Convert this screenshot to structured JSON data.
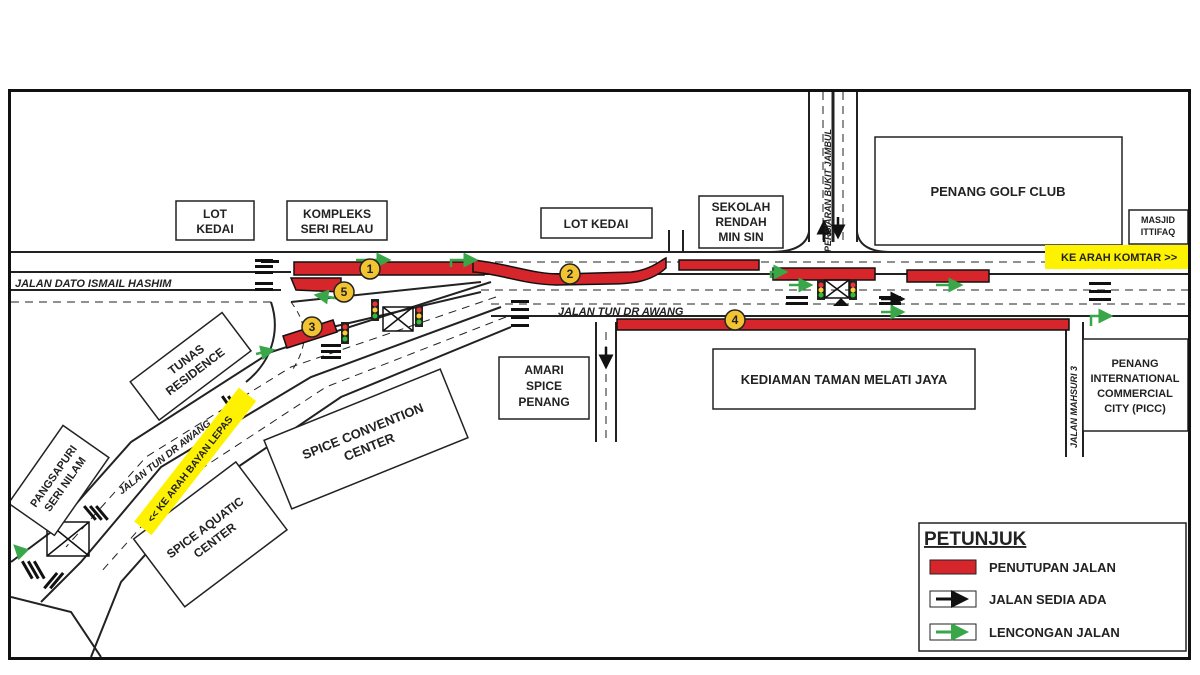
{
  "colors": {
    "closure": "#d7262b",
    "existing": "#111111",
    "diversion": "#3aa64a",
    "highlight": "#fff200",
    "marker": "#f3c431"
  },
  "buildings": {
    "lot_kedai_1": [
      "LOT",
      "KEDAI"
    ],
    "kompleks": [
      "KOMPLEKS",
      "SERI RELAU"
    ],
    "lot_kedai_2": "LOT KEDAI",
    "sekolah": [
      "SEKOLAH",
      "RENDAH",
      "MIN SIN"
    ],
    "golf": "PENANG GOLF CLUB",
    "masjid": [
      "MASJID",
      "ITTIFAQ"
    ],
    "tunas": [
      "TUNAS",
      "RESIDENCE"
    ],
    "amari": [
      "AMARI",
      "SPICE",
      "PENANG"
    ],
    "kediaman": "KEDIAMAN TAMAN MELATI JAYA",
    "picc": [
      "PENANG",
      "INTERNATIONAL",
      "COMMERCIAL",
      "CITY (PICC)"
    ],
    "spice_convention": [
      "SPICE CONVENTION",
      "CENTER"
    ],
    "pangsapuri": [
      "PANGSAPURI",
      "SERI NILAM"
    ],
    "spice_aquatic": [
      "SPICE AQUATIC",
      "CENTER"
    ]
  },
  "roads": {
    "jalan_dato": "JALAN DATO ISMAIL HASHIM",
    "jalan_tun_main": "JALAN TUN DR AWANG",
    "jalan_tun_diag": "JALAN TUN DR AWANG",
    "persiaran": "PERSIARAN BUKIT JAMBUL",
    "jalan_mahsuri": "JALAN MAHSURI 3"
  },
  "directions": {
    "komtar": "KE ARAH KOMTAR >>",
    "bayan_lepas": "<< KE ARAH BAYAN LEPAS"
  },
  "markers": [
    "1",
    "2",
    "3",
    "4",
    "5"
  ],
  "legend": {
    "title": "PETUNJUK",
    "items": [
      {
        "label": "PENUTUPAN JALAN",
        "icon": "red-bar"
      },
      {
        "label": "JALAN SEDIA ADA",
        "icon": "black-arrow"
      },
      {
        "label": "LENCONGAN JALAN",
        "icon": "green-arrow"
      }
    ]
  }
}
